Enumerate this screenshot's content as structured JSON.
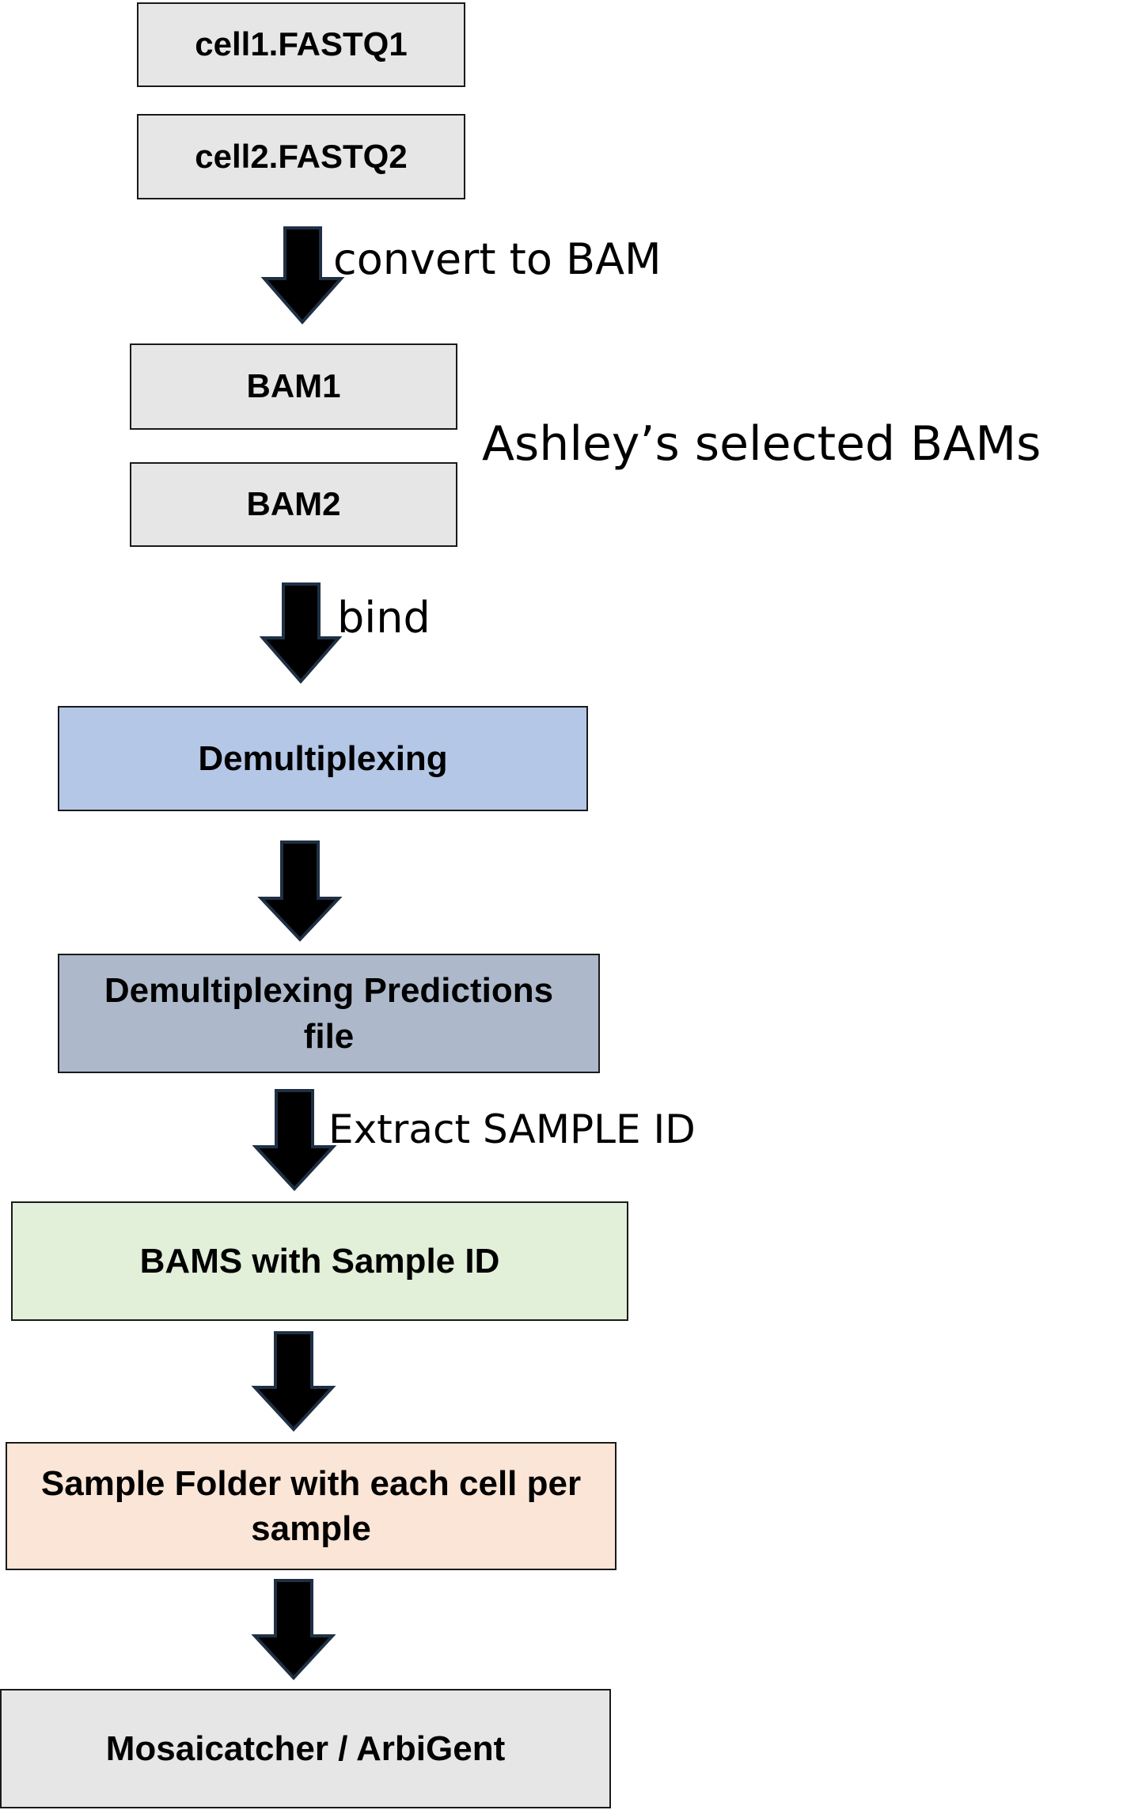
{
  "boxes": {
    "fastq1": "cell1.FASTQ1",
    "fastq2": "cell2.FASTQ2",
    "bam1": "BAM1",
    "bam2": "BAM2",
    "demux": "Demultiplexing",
    "predictions": "Demultiplexing Predictions file",
    "bams_sample_id": "BAMS with Sample ID",
    "sample_folder": "Sample Folder with each cell per sample",
    "final": "Mosaicatcher / ArbiGent"
  },
  "labels": {
    "convert": "convert to BAM",
    "selected": "Ashley’s selected BAMs",
    "bind": "bind",
    "extract": "Extract SAMPLE ID"
  },
  "colors": {
    "gray": "#e6e6e6",
    "blue": "#b4c7e7",
    "slate": "#adb9ca",
    "green": "#e2efd9",
    "peach": "#fbe5d6",
    "arrow_fill": "#000000",
    "arrow_stroke": "#1f3044"
  }
}
